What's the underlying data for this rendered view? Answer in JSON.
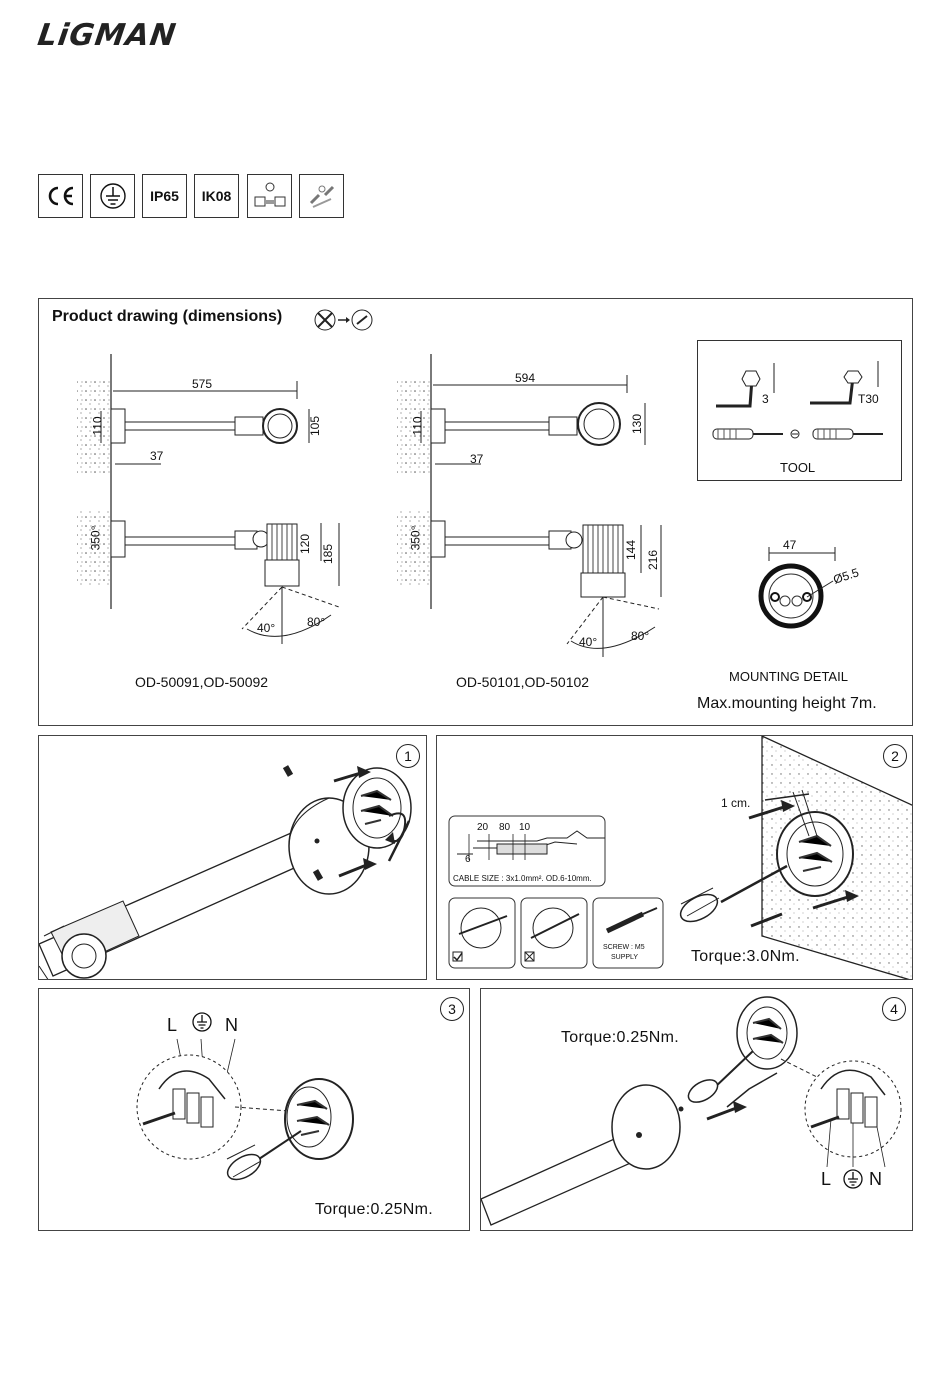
{
  "brand": {
    "logo": "LiGMAN"
  },
  "certifications": [
    "CE",
    "earth-symbol",
    "IP65",
    "IK08",
    "driver-symbol",
    "change-symbol"
  ],
  "product_drawing": {
    "title": "Product drawing (dimensions)",
    "model_a": {
      "name": "OD-50091,OD-50092",
      "length": "575",
      "wall_h": "110",
      "gap": "37",
      "head_h": "105",
      "rotation": "350°",
      "body_h": "120",
      "total_h": "185",
      "angle_left": "40°",
      "angle_right": "80°"
    },
    "model_b": {
      "name": "OD-50101,OD-50102",
      "length": "594",
      "wall_h": "110",
      "gap": "37",
      "head_h": "130",
      "rotation": "350°",
      "body_h": "144",
      "total_h": "216",
      "angle_left": "40°",
      "angle_right": "80°"
    },
    "tool": {
      "label": "TOOL",
      "hex": "3",
      "torx": "T30"
    },
    "mounting": {
      "label": "MOUNTING DETAIL",
      "width": "47",
      "hole": "Ø5.5"
    },
    "max_height": "Max.mounting height 7m."
  },
  "steps": {
    "s1": {
      "num": "1"
    },
    "s2": {
      "num": "2",
      "strip": "1 cm.",
      "dims": [
        "20",
        "80",
        "10",
        "6"
      ],
      "cable": "CABLE SIZE : 3x1.0mm². OD.6-10mm.",
      "screw": "SCREW : M5",
      "supply": "SUPPLY",
      "torque": "Torque:3.0Nm."
    },
    "s3": {
      "num": "3",
      "L": "L",
      "N": "N",
      "torque": "Torque:0.25Nm."
    },
    "s4": {
      "num": "4",
      "L": "L",
      "N": "N",
      "torque": "Torque:0.25Nm."
    }
  }
}
